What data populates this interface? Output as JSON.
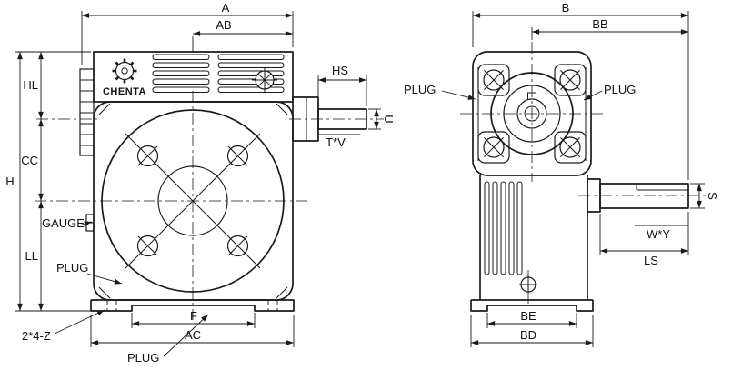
{
  "brand": "CHENTA",
  "front_view": {
    "dims": {
      "a": "A",
      "ab": "AB",
      "hs": "HS",
      "u": "U",
      "tv": "T*V",
      "h": "H",
      "hl": "HL",
      "cc": "CC",
      "ll": "LL",
      "f": "F",
      "ac": "AC",
      "holes": "2*4-Z"
    },
    "callouts": {
      "gauge": "GAUGE",
      "plug_side": "PLUG",
      "plug_bottom": "PLUG"
    }
  },
  "side_view": {
    "dims": {
      "b": "B",
      "bb": "BB",
      "s": "S",
      "wy": "W*Y",
      "ls": "LS",
      "be": "BE",
      "bd": "BD"
    },
    "callouts": {
      "plug_left": "PLUG",
      "plug_right": "PLUG"
    }
  }
}
